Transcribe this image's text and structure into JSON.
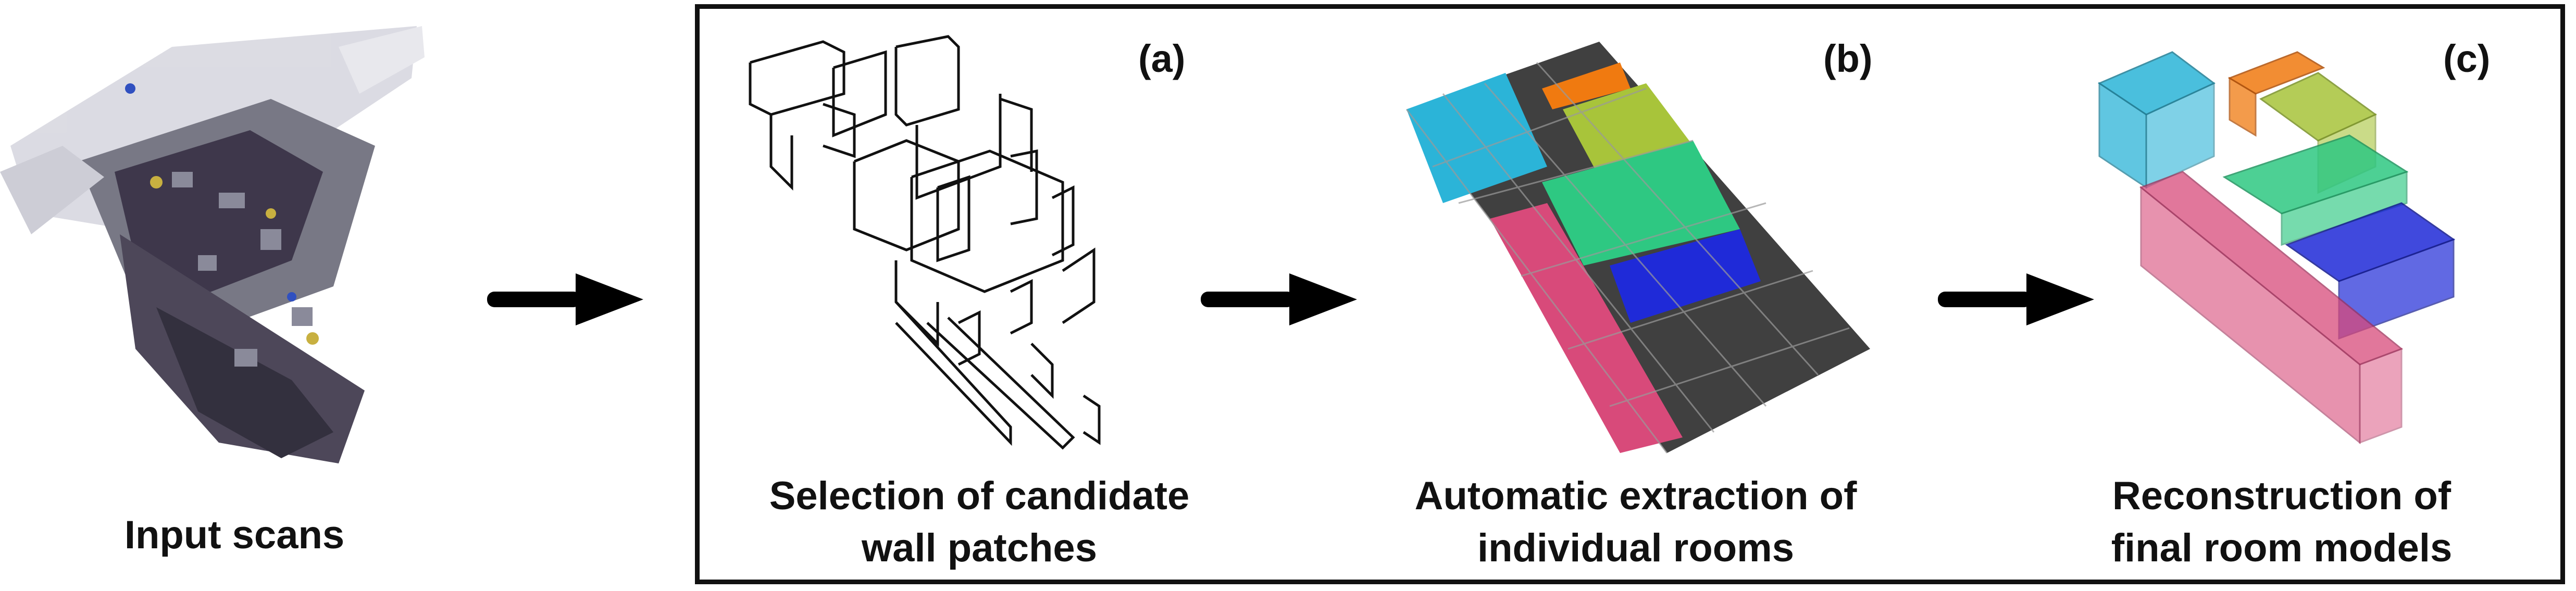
{
  "input": {
    "caption": "Input scans"
  },
  "panels": [
    {
      "label": "(a)",
      "caption_line1": "Selection of candidate",
      "caption_line2": "wall patches"
    },
    {
      "label": "(b)",
      "caption_line1": "Automatic extraction of",
      "caption_line2": "individual rooms"
    },
    {
      "label": "(c)",
      "caption_line1": "Reconstruction of",
      "caption_line2": "final room models"
    }
  ],
  "colors": {
    "room_cyan": "#2bb4d8",
    "room_orange": "#f07a10",
    "room_olive": "#a8c43a",
    "room_green": "#2ec882",
    "room_blue": "#1f2ad8",
    "room_pink": "#d84a7a",
    "floor_gray": "#404040",
    "arrow": "#000000"
  }
}
